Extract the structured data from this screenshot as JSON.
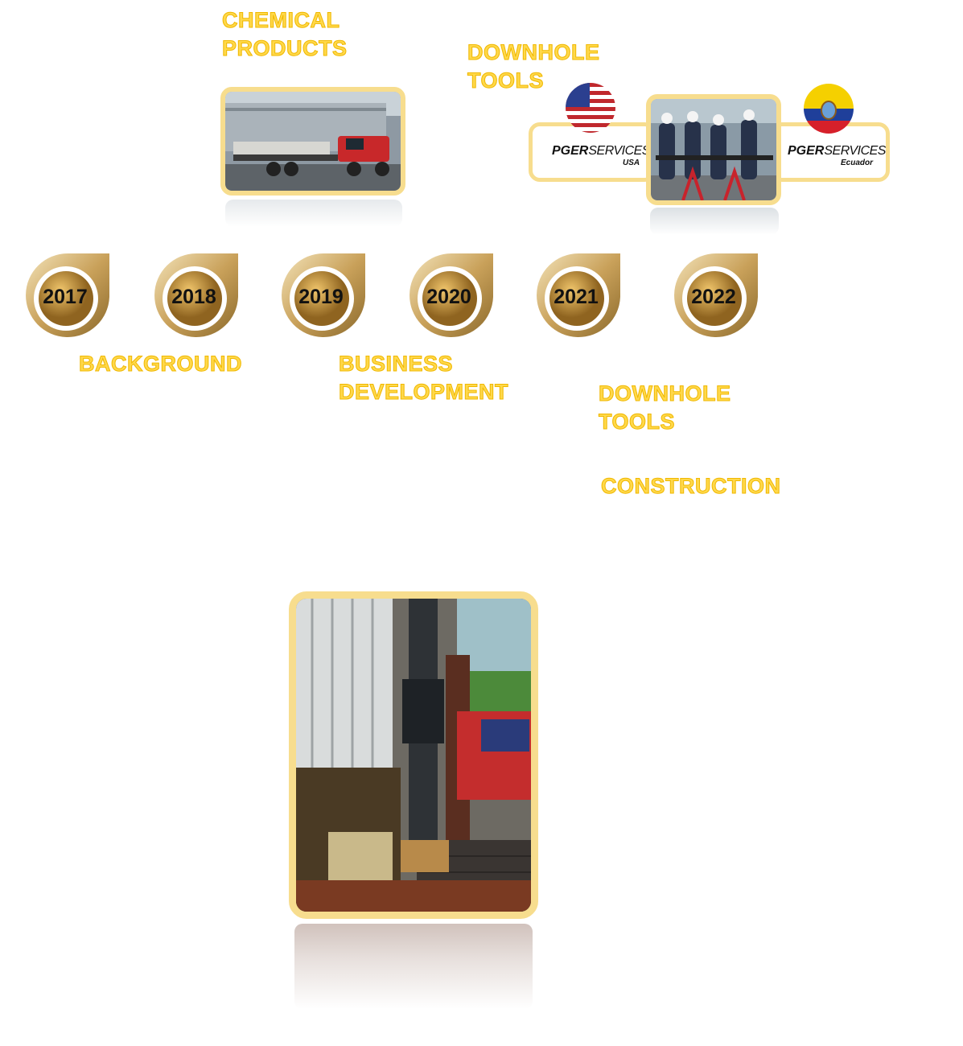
{
  "labels": {
    "chemical_products": "CHEMICAL\nPRODUCTS",
    "downhole_tools_top": "DOWNHOLE\nTOOLS",
    "background": "BACKGROUND",
    "business_development": "BUSINESS\nDEVELOPMENT",
    "downhole_tools_mid": "DOWNHOLE\nTOOLS",
    "construction": "CONSTRUCTION"
  },
  "timeline": {
    "years": [
      "2017",
      "2018",
      "2019",
      "2020",
      "2021",
      "2022"
    ]
  },
  "brands": {
    "usa": {
      "name_bold": "PGER",
      "name_thin": "SERVICES",
      "region": "USA"
    },
    "ecuador": {
      "name_bold": "PGER",
      "name_thin": "SERVICES",
      "region": "Ecuador"
    }
  },
  "colors": {
    "label_fill": "#ffd84a",
    "frame": "#f7dd8e",
    "medal_gold": "#b88a3a"
  },
  "icons": {
    "usa_flag": "usa-flag-icon",
    "ecuador_flag": "ecuador-flag-icon"
  }
}
